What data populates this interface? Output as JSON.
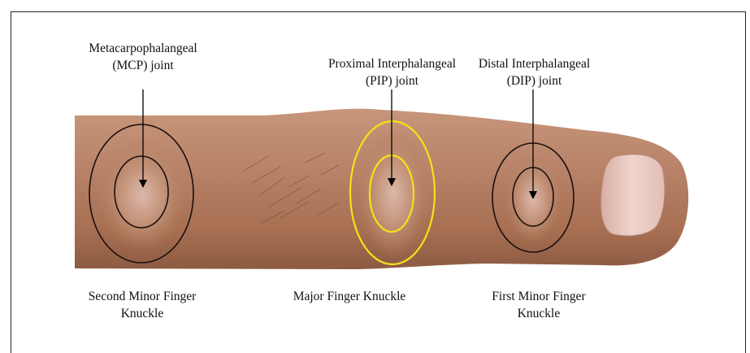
{
  "labels": {
    "mcp": "Metacarpophalangeal\n(MCP) joint",
    "pip": "Proximal  Interphalangeal\n(PIP) joint",
    "dip": "Distal Interphalangeal\n(DIP) joint",
    "second_minor": "Second Minor Finger\nKnuckle",
    "major": "Major Finger Knuckle",
    "first_minor": "First Minor Finger\nKnuckle"
  },
  "colors": {
    "skin": "#b47e5e",
    "skin_dark": "#8e5a3e",
    "nail": "#e6c4bc",
    "major_ring": "#f2e21a",
    "minor_ring": "#1a1010",
    "arrow": "#000000"
  }
}
